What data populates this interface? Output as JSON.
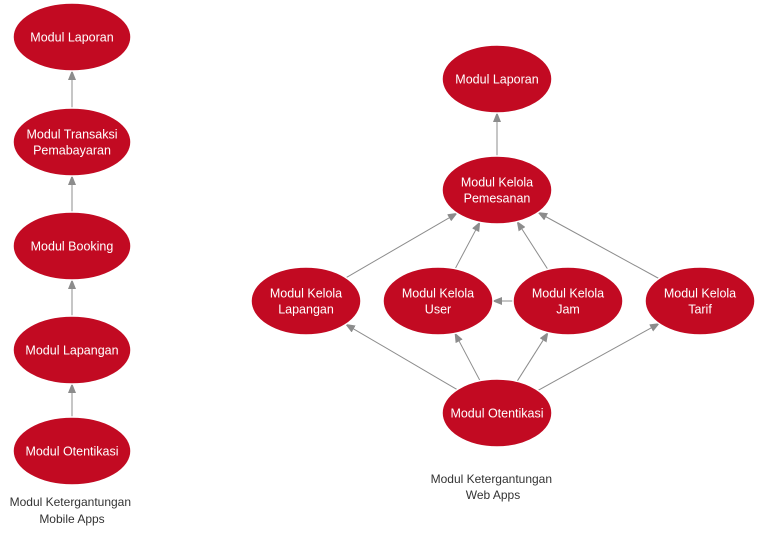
{
  "colors": {
    "node_fill": "#c20a22",
    "edge": "#8c8c8c",
    "text": "#ffffff",
    "caption": "#333333"
  },
  "diagrams": [
    {
      "caption": [
        "Modul Ketergantungan",
        "Mobile Apps"
      ],
      "nodes": [
        {
          "id": "m-laporan",
          "lines": [
            "Modul Laporan"
          ]
        },
        {
          "id": "m-transaksi",
          "lines": [
            "Modul Transaksi",
            "Pemabayaran"
          ]
        },
        {
          "id": "m-booking",
          "lines": [
            "Modul Booking"
          ]
        },
        {
          "id": "m-lapangan",
          "lines": [
            "Modul Lapangan"
          ]
        },
        {
          "id": "m-otentikasi",
          "lines": [
            "Modul Otentikasi"
          ]
        }
      ],
      "edges": [
        {
          "from": "m-otentikasi",
          "to": "m-lapangan"
        },
        {
          "from": "m-lapangan",
          "to": "m-booking"
        },
        {
          "from": "m-booking",
          "to": "m-transaksi"
        },
        {
          "from": "m-transaksi",
          "to": "m-laporan"
        }
      ]
    },
    {
      "caption": [
        "Modul Ketergantungan",
        "Web Apps"
      ],
      "nodes": [
        {
          "id": "w-laporan",
          "lines": [
            "Modul Laporan"
          ]
        },
        {
          "id": "w-pemesanan",
          "lines": [
            "Modul Kelola",
            "Pemesanan"
          ]
        },
        {
          "id": "w-lapangan",
          "lines": [
            "Modul Kelola",
            "Lapangan"
          ]
        },
        {
          "id": "w-user",
          "lines": [
            "Modul Kelola",
            "User"
          ]
        },
        {
          "id": "w-jam",
          "lines": [
            "Modul Kelola",
            "Jam"
          ]
        },
        {
          "id": "w-tarif",
          "lines": [
            "Modul Kelola",
            "Tarif"
          ]
        },
        {
          "id": "w-otentikasi",
          "lines": [
            "Modul Otentikasi"
          ]
        }
      ],
      "edges": [
        {
          "from": "w-pemesanan",
          "to": "w-laporan"
        },
        {
          "from": "w-lapangan",
          "to": "w-pemesanan"
        },
        {
          "from": "w-user",
          "to": "w-pemesanan"
        },
        {
          "from": "w-jam",
          "to": "w-pemesanan"
        },
        {
          "from": "w-tarif",
          "to": "w-pemesanan"
        },
        {
          "from": "w-jam",
          "to": "w-user"
        },
        {
          "from": "w-otentikasi",
          "to": "w-lapangan"
        },
        {
          "from": "w-otentikasi",
          "to": "w-user"
        },
        {
          "from": "w-otentikasi",
          "to": "w-jam"
        },
        {
          "from": "w-otentikasi",
          "to": "w-tarif"
        }
      ]
    }
  ]
}
